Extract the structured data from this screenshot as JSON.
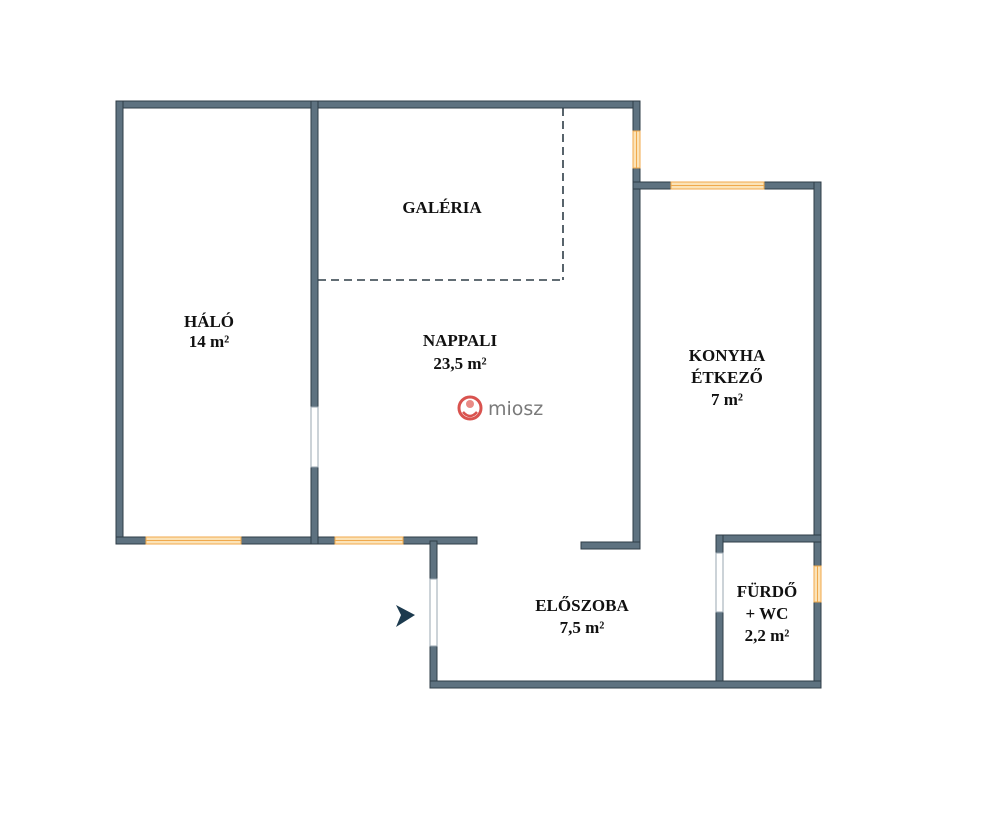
{
  "rooms": {
    "halo": {
      "name": "HÁLÓ",
      "area": "14 m²"
    },
    "galeria": {
      "name": "GALÉRIA"
    },
    "nappali": {
      "name": "NAPPALI",
      "area": "23,5 m²"
    },
    "konyha": {
      "name_line1": "KONYHA",
      "name_line2": "ÉTKEZŐ",
      "area": "7 m²"
    },
    "eloszoba": {
      "name": "ELŐSZOBA",
      "area": "7,5 m²"
    },
    "furdo": {
      "name_line1": "FÜRDŐ",
      "name_line2": "+ WC",
      "area": "2,2 m²"
    }
  },
  "logo": {
    "text": "miosz",
    "color": "#d9534f"
  },
  "colors": {
    "wall": "#5e7280",
    "wall_dark": "#2f3d47",
    "window": "#f4c27a",
    "entrance": "#1c3a4e"
  },
  "icons": {
    "entrance": "entrance-arrow-icon",
    "logo": "miosz-logo-icon"
  }
}
